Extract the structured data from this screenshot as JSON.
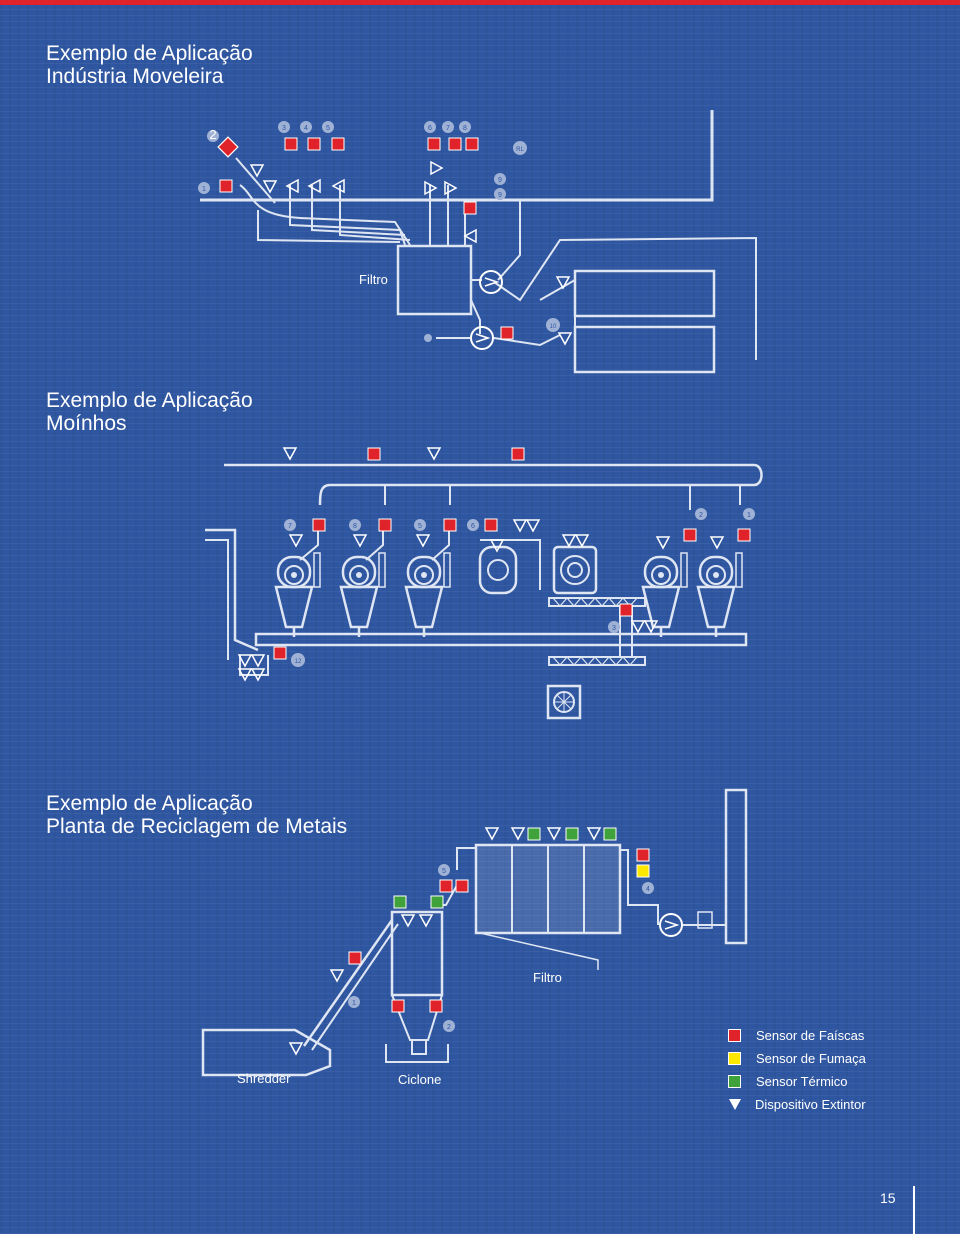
{
  "colors": {
    "background": "#2f56a0",
    "line": "#dfe6f3",
    "spark": "#e0232a",
    "smoke": "#ffe800",
    "thermal": "#3fa23a",
    "extinguisher": "#ffffff"
  },
  "sections": [
    {
      "title_line1": "Exemplo de Aplicação",
      "title_line2": "Indústria Moveleira",
      "label_filtro": "Filtro"
    },
    {
      "title_line1": "Exemplo de Aplicação",
      "title_line2": "Moínhos"
    },
    {
      "title_line1": "Exemplo de Aplicação",
      "title_line2": "Planta de Reciclagem de Metais",
      "label_filtro": "Filtro",
      "label_shredder": "Shredder",
      "label_ciclone": "Ciclone"
    }
  ],
  "legend": [
    {
      "label": "Sensor de Faíscas",
      "kind": "square",
      "color": "#e0232a"
    },
    {
      "label": "Sensor de Fumaça",
      "kind": "square",
      "color": "#ffe800"
    },
    {
      "label": "Sensor Térmico",
      "kind": "square",
      "color": "#3fa23a"
    },
    {
      "label": "Dispositivo Extintor",
      "kind": "triangle",
      "color": "#ffffff"
    }
  ],
  "numbers": {
    "furniture": [
      "2",
      "1",
      "3",
      "4",
      "5",
      "6",
      "7",
      "8",
      "RL",
      "9",
      "9",
      "10"
    ],
    "mills": [
      "7",
      "8",
      "5",
      "6",
      "2",
      "1",
      "3",
      "12"
    ],
    "recycling": [
      "5",
      "4",
      "1",
      "2"
    ]
  },
  "page_number": "15"
}
